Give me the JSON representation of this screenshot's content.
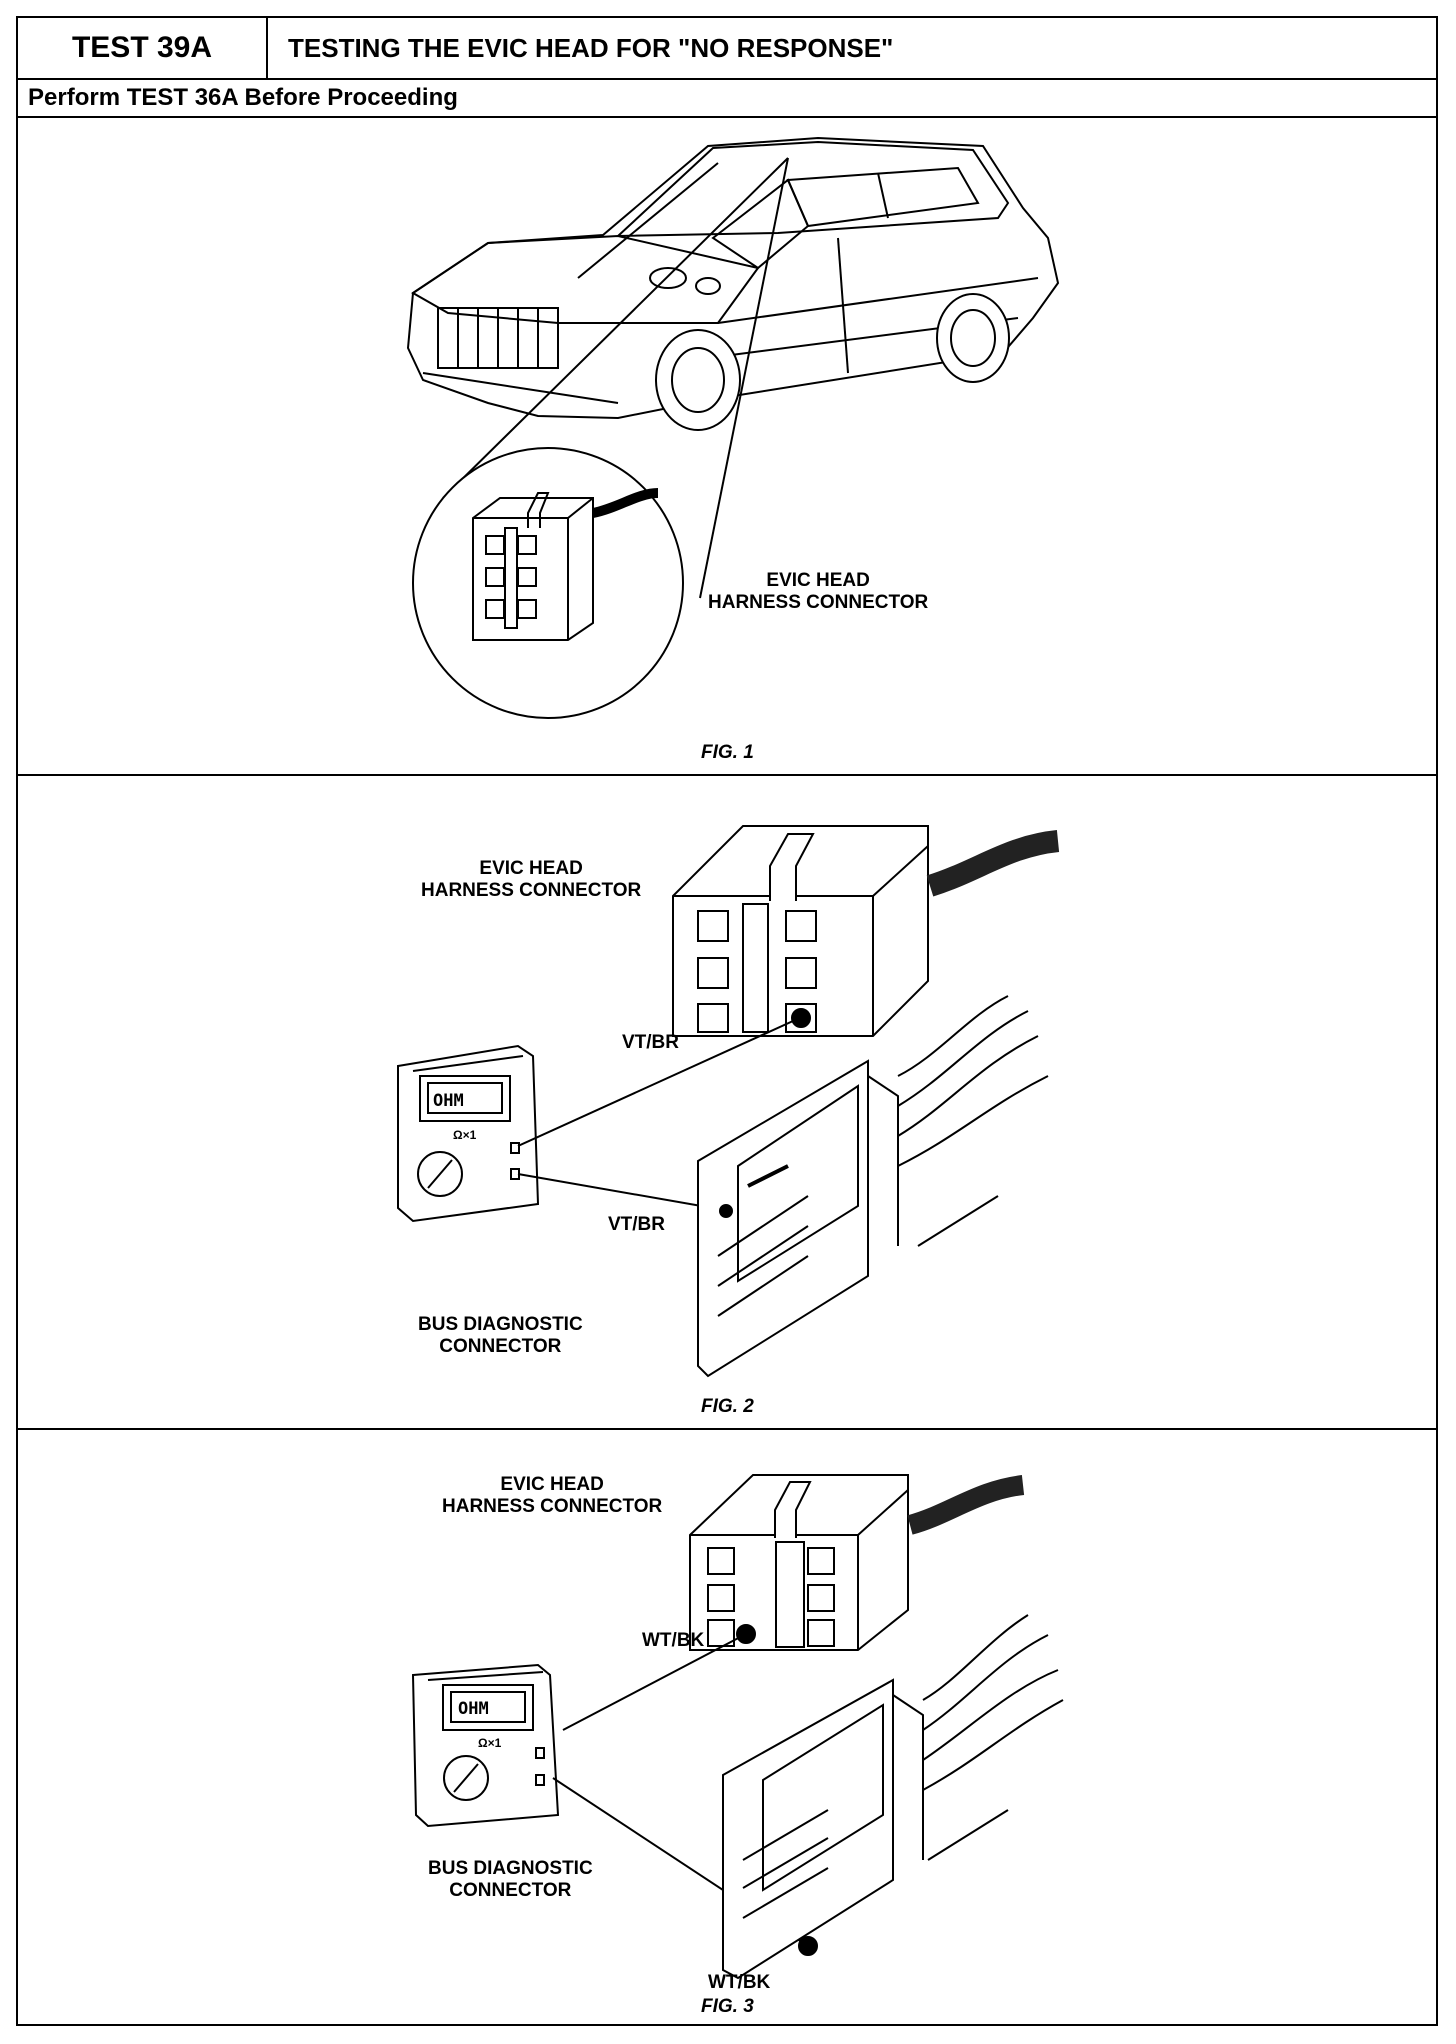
{
  "header": {
    "test_id": "TEST 39A",
    "title": "TESTING THE EVIC HEAD FOR \"NO RESPONSE\"",
    "prerequisite": "Perform TEST 36A Before Proceeding"
  },
  "fig1": {
    "label_line1": "EVIC HEAD",
    "label_line2": "HARNESS CONNECTOR",
    "caption": "FIG. 1"
  },
  "fig2": {
    "harness_line1": "EVIC HEAD",
    "harness_line2": "HARNESS CONNECTOR",
    "meter_display": "OHM",
    "meter_range": "Ω×1",
    "wire_top": "VT/BR",
    "wire_bottom": "VT/BR",
    "bus_line1": "BUS DIAGNOSTIC",
    "bus_line2": "CONNECTOR",
    "caption": "FIG. 2"
  },
  "fig3": {
    "harness_line1": "EVIC HEAD",
    "harness_line2": "HARNESS CONNECTOR",
    "meter_display": "OHM",
    "meter_range": "Ω×1",
    "wire_top": "WT/BK",
    "wire_bottom": "WT/BK",
    "bus_line1": "BUS DIAGNOSTIC",
    "bus_line2": "CONNECTOR",
    "caption": "FIG. 3"
  }
}
